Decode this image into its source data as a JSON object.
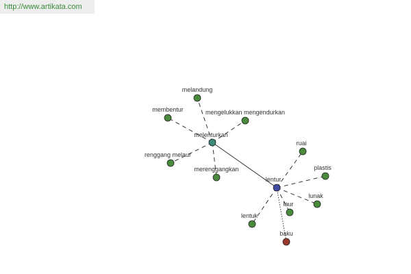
{
  "banner": {
    "url": "http://www.artikata.com"
  },
  "colors": {
    "default_node": "#4a8a3c",
    "hub_melenturkan": "#3d8a78",
    "hub_lentur": "#3f4aa0",
    "antonym_node": "#9a3a2e",
    "edge": "#333333"
  },
  "graph": {
    "nodes": [
      {
        "id": "melandung",
        "label": "melandung",
        "kind": "default"
      },
      {
        "id": "membentur",
        "label": "membentur",
        "kind": "default"
      },
      {
        "id": "mengelukkan",
        "label": "mengelukkan mengendurkan",
        "kind": "default"
      },
      {
        "id": "melenturkan",
        "label": "melenturkan",
        "kind": "hub_melenturkan"
      },
      {
        "id": "renggang",
        "label": "renggang melaur",
        "kind": "default"
      },
      {
        "id": "merenggangkan",
        "label": "merenggangkan",
        "kind": "default"
      },
      {
        "id": "lentur",
        "label": "lentur",
        "kind": "hub_lentur"
      },
      {
        "id": "ruai",
        "label": "ruai",
        "kind": "default"
      },
      {
        "id": "plastis",
        "label": "plastis",
        "kind": "default"
      },
      {
        "id": "lunak",
        "label": "lunak",
        "kind": "default"
      },
      {
        "id": "laur",
        "label": "laur",
        "kind": "default"
      },
      {
        "id": "lentuk",
        "label": "lentuk",
        "kind": "default"
      },
      {
        "id": "baku",
        "label": "baku",
        "kind": "antonym"
      }
    ],
    "edges": [
      {
        "from": "melenturkan",
        "to": "lentur",
        "style": "solid"
      },
      {
        "from": "melenturkan",
        "to": "melandung",
        "style": "dashed"
      },
      {
        "from": "melenturkan",
        "to": "membentur",
        "style": "dashed"
      },
      {
        "from": "melenturkan",
        "to": "mengelukkan",
        "style": "dashed"
      },
      {
        "from": "melenturkan",
        "to": "renggang",
        "style": "dashed"
      },
      {
        "from": "melenturkan",
        "to": "merenggangkan",
        "style": "dashed"
      },
      {
        "from": "lentur",
        "to": "ruai",
        "style": "dashed"
      },
      {
        "from": "lentur",
        "to": "plastis",
        "style": "dashed"
      },
      {
        "from": "lentur",
        "to": "lunak",
        "style": "dashed"
      },
      {
        "from": "lentur",
        "to": "laur",
        "style": "dashed"
      },
      {
        "from": "lentur",
        "to": "lentuk",
        "style": "dashed"
      },
      {
        "from": "lentur",
        "to": "baku",
        "style": "dotted"
      }
    ]
  }
}
